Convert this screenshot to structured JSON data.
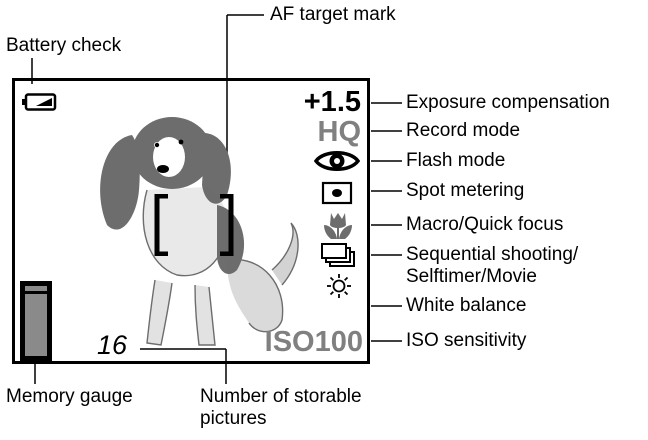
{
  "monitor": {
    "exposure_value": "+1.5",
    "record_mode_value": "HQ",
    "iso_value": "ISO100",
    "storable_count": "16",
    "icons": [
      "battery-icon",
      "af-target-bracket-icon",
      "flash-eye-icon",
      "spot-metering-icon",
      "macro-tulip-icon",
      "sequential-shooting-icon",
      "white-balance-sun-icon",
      "memory-gauge-icon",
      "dog-subject-image"
    ],
    "colors": {
      "frame": "#000000",
      "subject": "#6d6d6d",
      "indicator_gray": "#808080",
      "gauge_fill": "#8a8a8a"
    }
  },
  "callouts": {
    "af_target": "AF target mark",
    "battery": "Battery check",
    "exposure": "Exposure compensation",
    "record_mode": "Record mode",
    "flash_mode": "Flash mode",
    "spot_metering": "Spot metering",
    "macro": "Macro/Quick focus",
    "sequential_1": "Sequential shooting/",
    "sequential_2": "Selftimer/Movie",
    "white_balance": "White balance",
    "iso": "ISO sensitivity",
    "memory_gauge": "Memory gauge",
    "storable_1": "Number of storable",
    "storable_2": "pictures"
  }
}
